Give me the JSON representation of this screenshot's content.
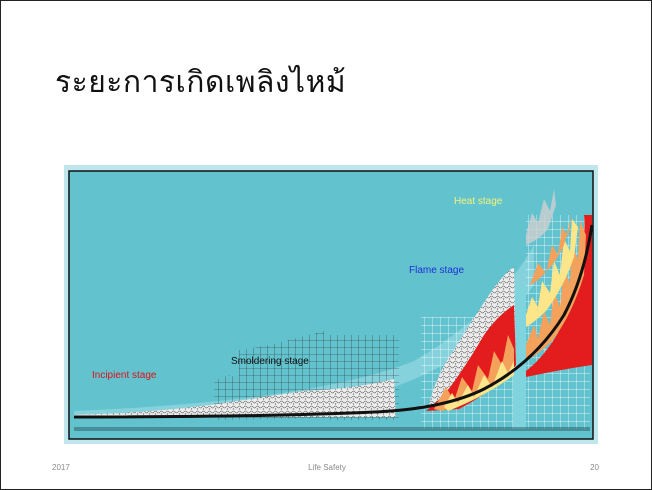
{
  "slide": {
    "title": "ระยะการเกิดเพลิงไหม้"
  },
  "figure": {
    "stages": [
      {
        "label": "Incipient stage",
        "color": "#d8141a"
      },
      {
        "label": "Smoldering stage",
        "color": "#111111"
      },
      {
        "label": "Flame stage",
        "color": "#1f2fd6"
      },
      {
        "label": "Heat stage",
        "color": "#f4f27a"
      }
    ],
    "background_color": "#62c3cf",
    "curve_color": "#111111",
    "flame_colors": [
      "#e31d1d",
      "#f4a15c",
      "#fde58a"
    ]
  },
  "footer": {
    "year": "2017",
    "center": "Life Safety",
    "page_number": "20"
  }
}
